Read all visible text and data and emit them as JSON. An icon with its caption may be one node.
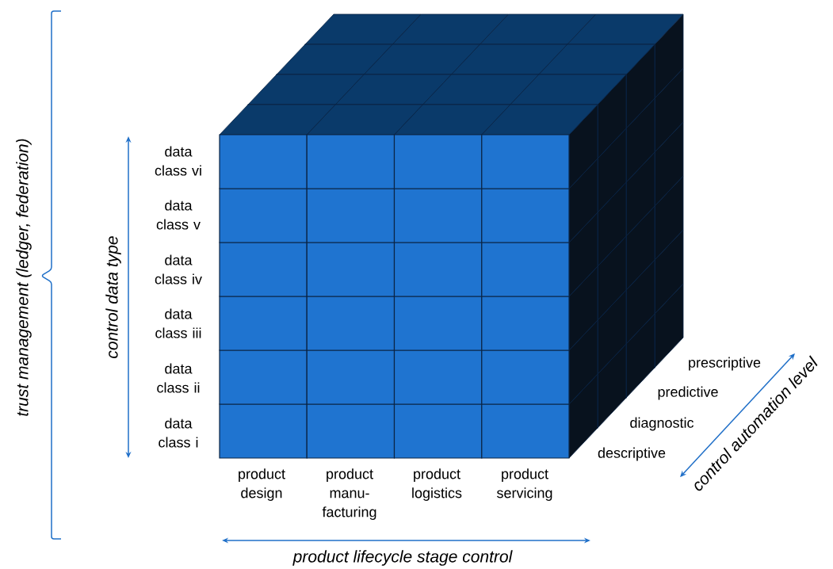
{
  "diagram": {
    "labels": [
      "trust management (ledger, federation)",
      "data class vi",
      "data class v",
      "data class iv",
      "data class iii",
      "data class ii",
      "data class i",
      "control data type",
      "prescriptive",
      "predictive",
      "diagnostic",
      "descriptive",
      "control automation level",
      "product design",
      "product manu-facturing",
      "product logistics",
      "product servicing",
      "product lifecycle stage control"
    ]
  }
}
